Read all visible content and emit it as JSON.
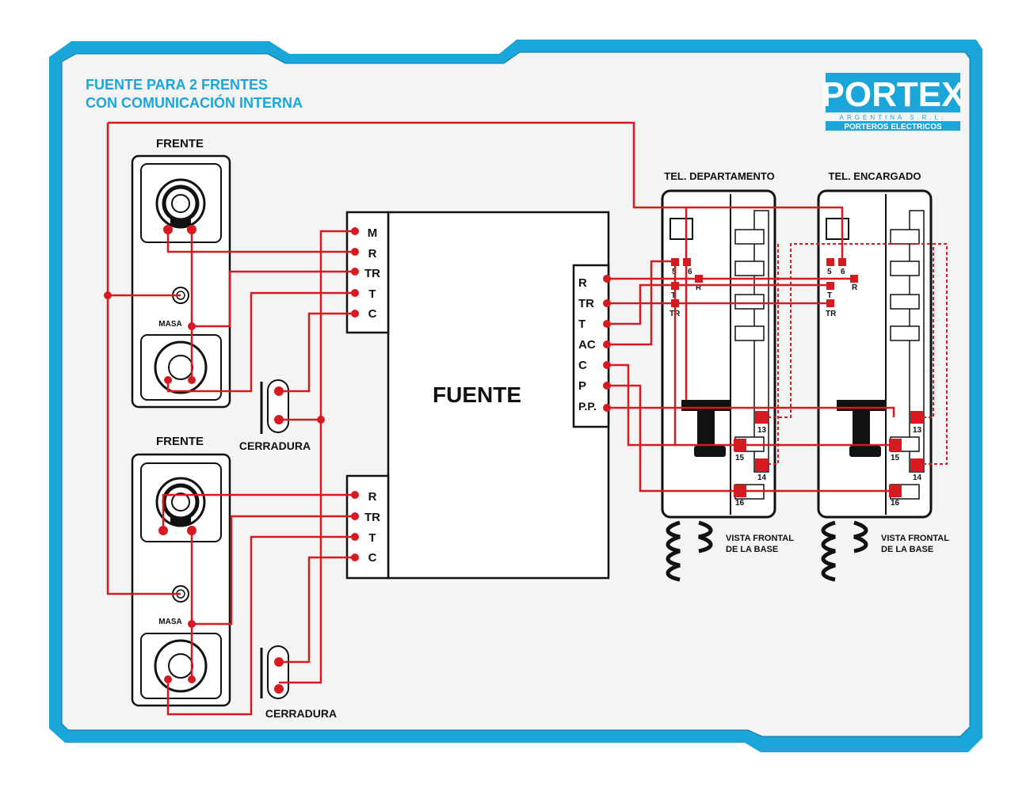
{
  "title": {
    "line1": "FUENTE PARA 2 FRENTES",
    "line2": "CON COMUNICACIÓN INTERNA"
  },
  "logo": {
    "name": "PORTEX",
    "sub1": "ARGENTINA S.R.L.",
    "sub2": "PORTEROS ELECTRICOS"
  },
  "frentes": [
    {
      "label": "FRENTE",
      "masa": "MASA",
      "lock": "CERRADURA"
    },
    {
      "label": "FRENTE",
      "masa": "MASA",
      "lock": "CERRADURA"
    }
  ],
  "fuente": {
    "label": "FUENTE",
    "terminals_top": [
      "M",
      "R",
      "TR",
      "T",
      "C"
    ],
    "terminals_bottom": [
      "R",
      "TR",
      "T",
      "C"
    ],
    "terminals_right": [
      "R",
      "TR",
      "T",
      "AC",
      "C",
      "P",
      "P.P."
    ]
  },
  "phones": [
    {
      "title": "TEL. DEPARTAMENTO",
      "caption1": "VISTA FRONTAL",
      "caption2": "DE LA BASE",
      "t5": "5",
      "t6": "6",
      "tR": "R",
      "tT": "T",
      "tTR": "TR",
      "t13": "13",
      "t14": "14",
      "t15": "15",
      "t16": "16"
    },
    {
      "title": "TEL. ENCARGADO",
      "caption1": "VISTA FRONTAL",
      "caption2": "DE LA BASE",
      "t5": "5",
      "t6": "6",
      "tR": "R",
      "tT": "T",
      "tTR": "TR",
      "t13": "13",
      "t14": "14",
      "t15": "15",
      "t16": "16"
    }
  ],
  "colors": {
    "frame": "#1aa6d8",
    "wire": "#d71920",
    "ink": "#111111",
    "logo_bg": "#1aa6d8"
  }
}
